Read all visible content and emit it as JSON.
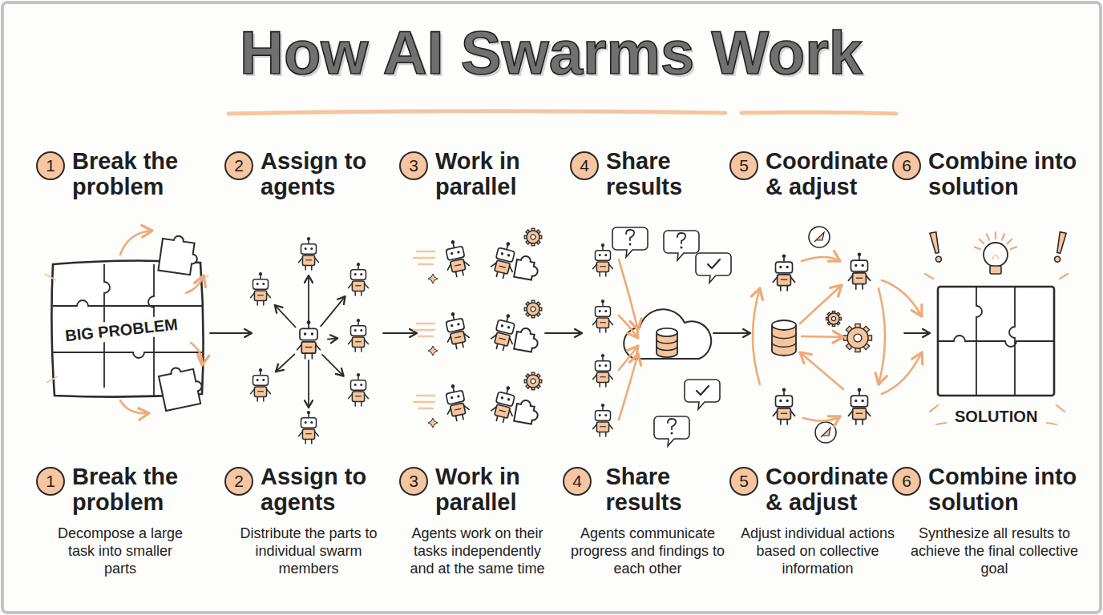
{
  "diagram": {
    "title": "How AI Swarms Work",
    "nodes": [
      {
        "text": [
          "1",
          "Break the problem"
        ]
      },
      {
        "text": [
          "2",
          "Assign to agents"
        ]
      },
      {
        "text": [
          "3",
          "Work in parallel"
        ]
      },
      {
        "text": [
          "4",
          "Share results"
        ]
      },
      {
        "text": [
          "5",
          "Coordinate & adjust"
        ]
      },
      {
        "text": [
          "6",
          "Combine into solution"
        ]
      },
      {
        "text": [
          "BIG PROBLEM"
        ]
      },
      {
        "text": [
          "SOLUTION"
        ]
      },
      {
        "text": [
          "1",
          "Break the problem",
          "Decompose a large task into smaller parts"
        ]
      },
      {
        "text": [
          "2",
          "Assign to agents",
          "Distribute the parts to individual swarm members"
        ]
      },
      {
        "text": [
          "3",
          "Work in parallel",
          "Agents work on their tasks independently and at the same time"
        ]
      },
      {
        "text": [
          "4",
          "Share results",
          "Agents communicate progress and findings to each other"
        ]
      },
      {
        "text": [
          "5",
          "Coordinate & adjust",
          "Adjust individual actions based on collective information"
        ]
      },
      {
        "text": [
          "6",
          "Combine into solution",
          "Synthesize all results to achieve the final collective goal"
        ]
      }
    ]
  }
}
